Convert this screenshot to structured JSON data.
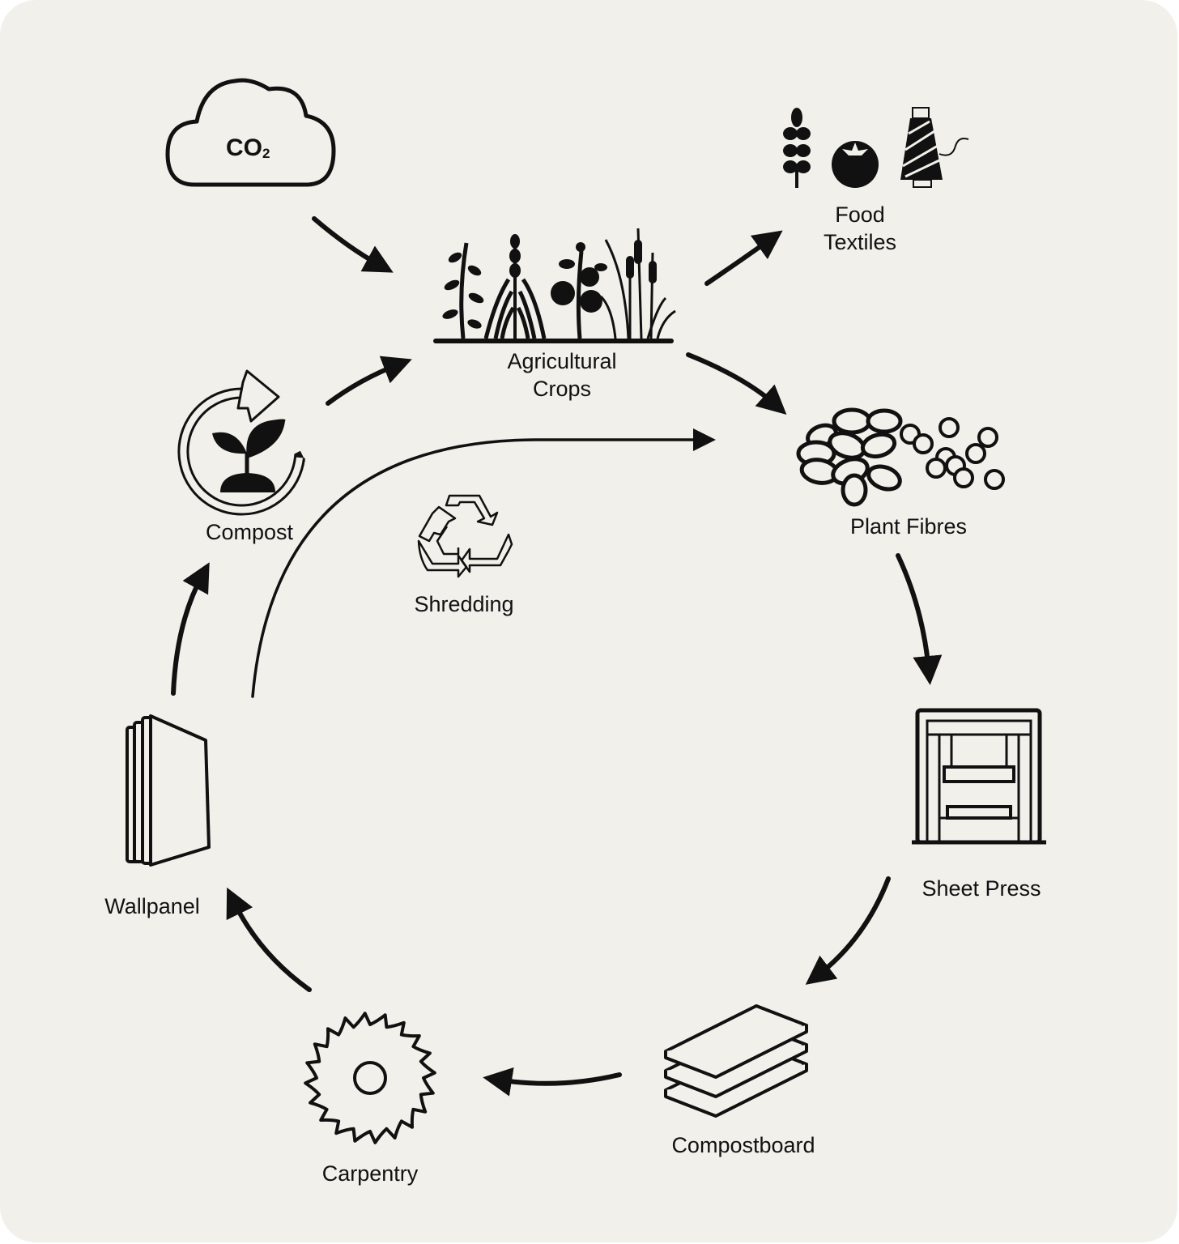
{
  "diagram": {
    "co2": {
      "text": "CO",
      "subscript": "2"
    },
    "labels": {
      "food": "Food",
      "textiles": "Textiles",
      "crops_line1": "Agricultural",
      "crops_line2": "Crops",
      "plant_fibres": "Plant Fibres",
      "compost": "Compost",
      "shredding": "Shredding",
      "sheet_press": "Sheet Press",
      "wallpanel": "Wallpanel",
      "compostboard": "Compostboard",
      "carpentry": "Carpentry"
    },
    "colors": {
      "background": "#f1f0eb",
      "ink": "#111111"
    }
  }
}
